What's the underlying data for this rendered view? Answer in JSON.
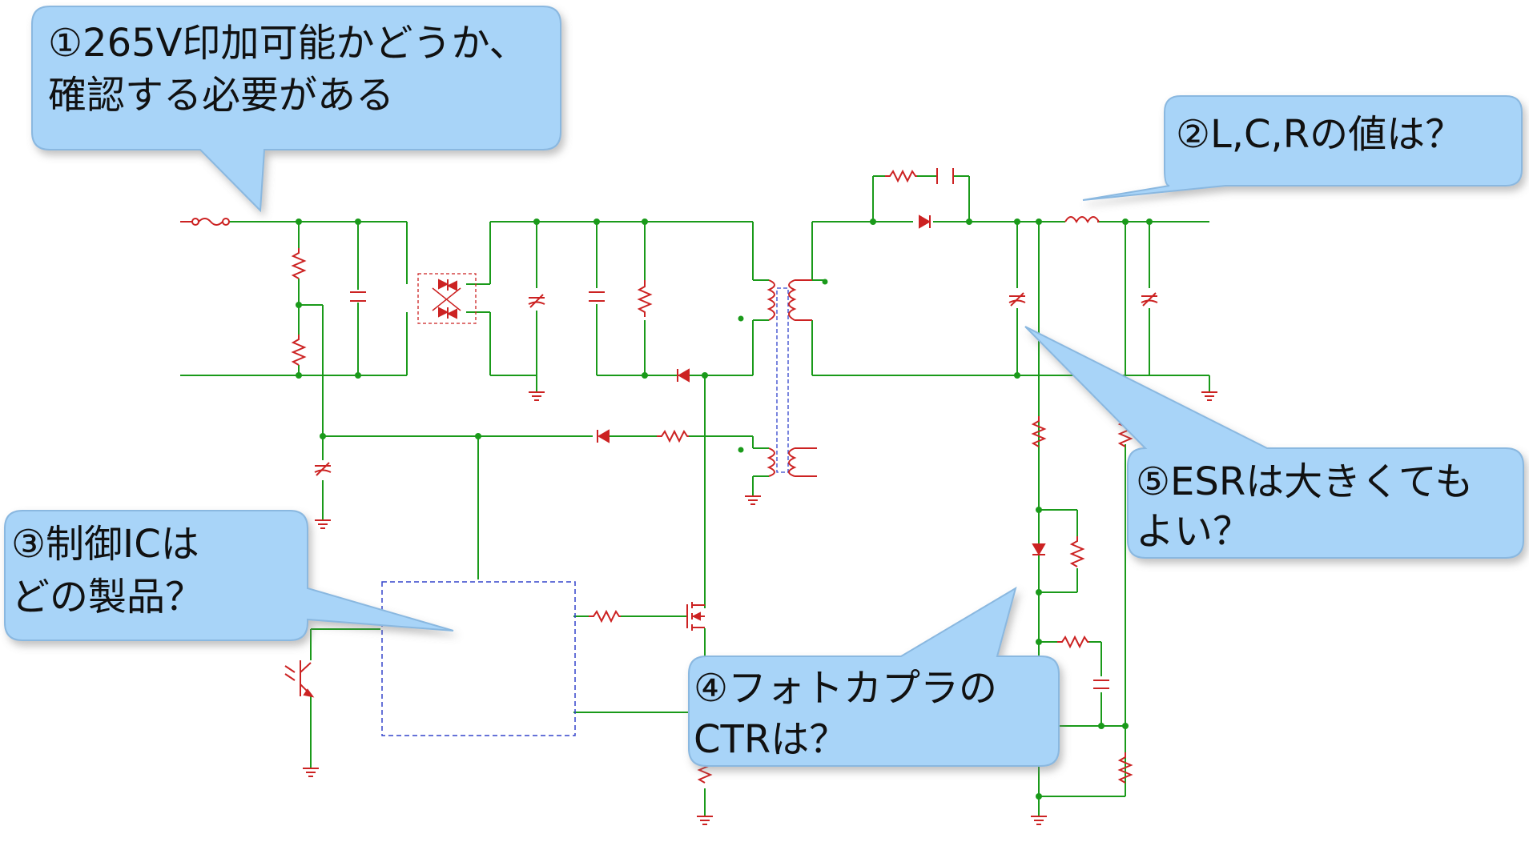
{
  "callouts": [
    {
      "id": "c1",
      "lines": [
        "①265V印加可能かどうか、",
        "確認する必要がある"
      ]
    },
    {
      "id": "c2",
      "lines": [
        "②L,C,Rの値は？"
      ]
    },
    {
      "id": "c3",
      "lines": [
        "③制御ICは",
        "どの製品？"
      ]
    },
    {
      "id": "c4",
      "lines": [
        "④フォトカプラの",
        "CTRは？"
      ]
    },
    {
      "id": "c5",
      "lines": [
        "⑤ESRは大きくても",
        "よい？"
      ]
    }
  ],
  "colors": {
    "wire": "#1a9a1a",
    "component": "#cc2222",
    "junction": "#1a9a1a",
    "callout_fill": "#a8d4f8",
    "callout_stroke": "#8ab8e0",
    "callout_shadow": "#c9c9c9",
    "ic_outline": "#3344cc"
  }
}
